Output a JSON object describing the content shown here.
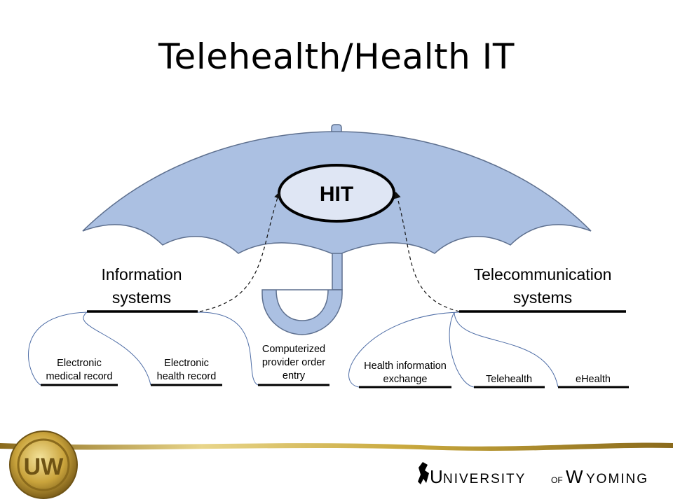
{
  "slide": {
    "title": "Telehealth/Health IT"
  },
  "diagram": {
    "center": "HIT",
    "left_group": {
      "line1": "Information",
      "line2": "systems"
    },
    "right_group": {
      "line1": "Telecommunication",
      "line2": "systems"
    },
    "left_items": [
      {
        "line1": "Electronic",
        "line2": "medical record"
      },
      {
        "line1": "Electronic",
        "line2": "health record"
      }
    ],
    "middle_item": {
      "line1": "Computerized",
      "line2": "provider order",
      "line3": "entry"
    },
    "right_items": [
      {
        "line1": "Health information",
        "line2": "exchange"
      },
      {
        "line1": "Telehealth"
      },
      {
        "line1": "eHealth"
      }
    ]
  },
  "footer": {
    "logo_text_univ": "NIVERSITY",
    "logo_text_of": "OF",
    "logo_text_wyo": "YOMING",
    "logo_initial_u": "U",
    "logo_initial_w": "W",
    "seal_letters": "UW"
  },
  "colors": {
    "umbrella_fill": "#abc0e2",
    "umbrella_stroke": "#5d6f8e",
    "hit_fill": "#dfe6f4",
    "connector": "#4e6da6",
    "gold": "#c9a93e"
  }
}
